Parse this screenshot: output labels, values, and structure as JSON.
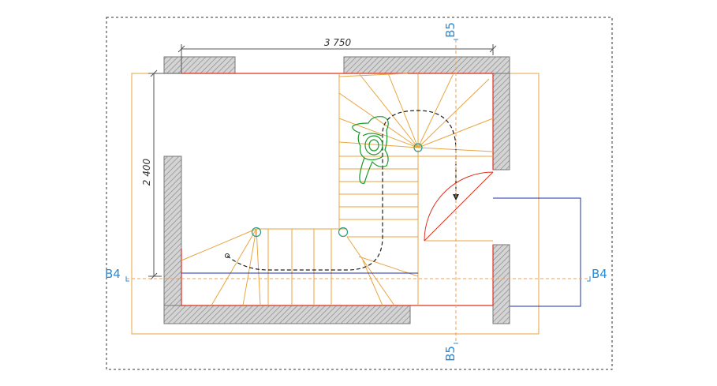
{
  "drawing": {
    "dimension_width": "3 750",
    "dimension_height": "2 400",
    "section_b4_left": "B4",
    "section_b4_right": "B4",
    "section_b5_top": "B5",
    "section_b5_bottom": "B5"
  },
  "colors": {
    "wall_outline": "#777777",
    "wall_fill": "#d4d4d4",
    "hatch": "#8a8a8a",
    "red_line": "#e0301e",
    "stair_orange": "#e8a640",
    "blue_line": "#1f2fa8",
    "section_blue": "#2a8bd8",
    "section_orange": "#f0a050",
    "figure_green": "#1a9a2a",
    "node_circle": "#2a9a80",
    "walk_line": "#222222",
    "dimension": "#555555",
    "frame": "#333333"
  }
}
